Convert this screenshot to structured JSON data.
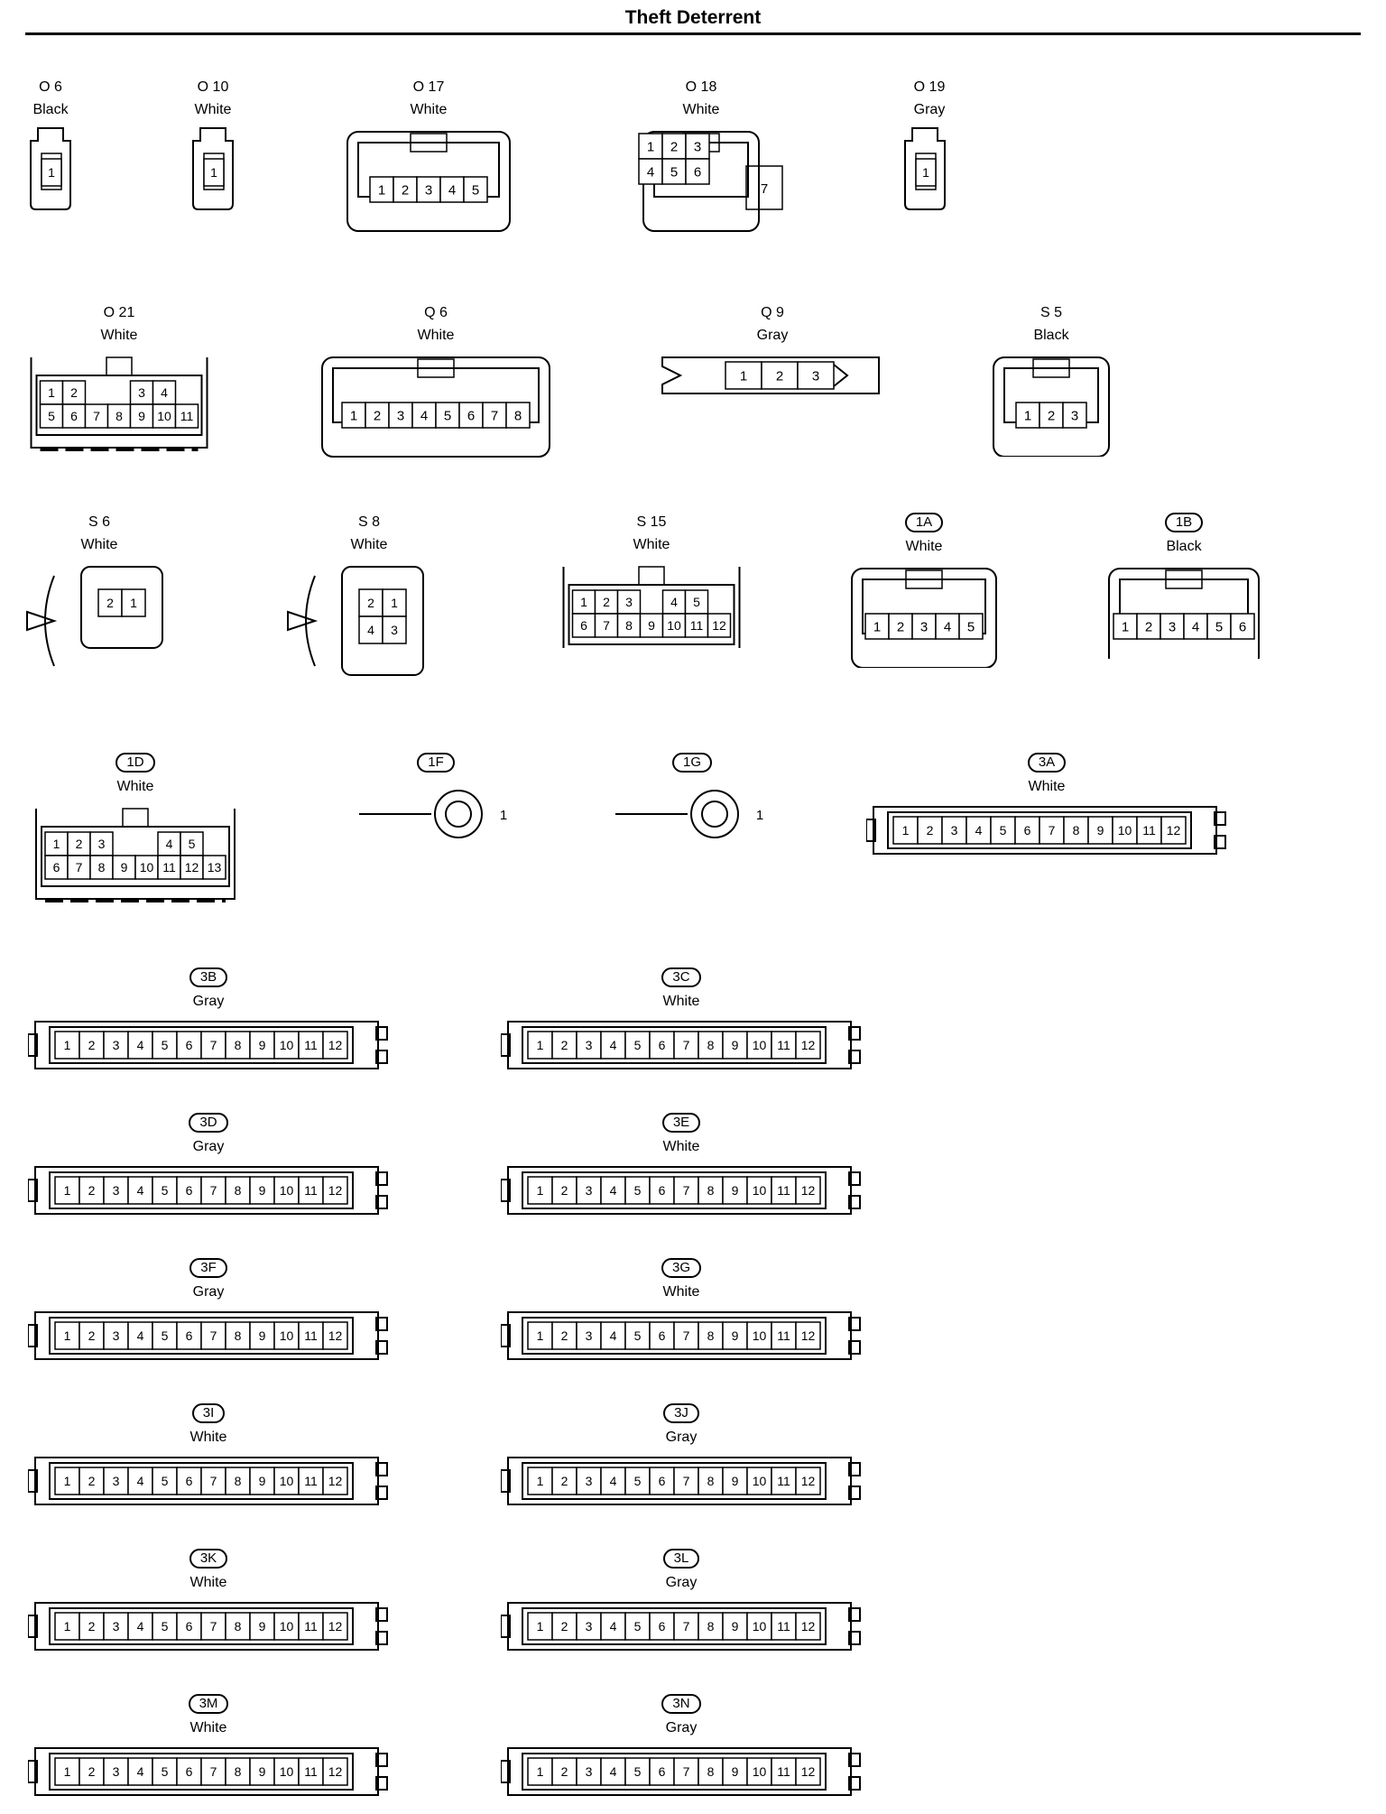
{
  "title": "Theft Deterrent",
  "connectors": [
    {
      "id": "O 6",
      "color": "Black",
      "pill": false,
      "type": "single",
      "pins": [
        "1"
      ]
    },
    {
      "id": "O 10",
      "color": "White",
      "pill": false,
      "type": "single",
      "pins": [
        "1"
      ]
    },
    {
      "id": "O 17",
      "color": "White",
      "pill": false,
      "type": "housing",
      "rows": [
        [
          "1",
          "2",
          "3",
          "4",
          "5"
        ]
      ]
    },
    {
      "id": "O 18",
      "color": "White",
      "pill": false,
      "type": "housing7",
      "rows": [
        [
          "1",
          "2",
          "3"
        ],
        [
          "4",
          "5",
          "6"
        ]
      ],
      "extra": "7"
    },
    {
      "id": "O 19",
      "color": "Gray",
      "pill": false,
      "type": "single",
      "pins": [
        "1"
      ]
    },
    {
      "id": "O 21",
      "color": "White",
      "pill": false,
      "type": "split",
      "rows": [
        [
          "1",
          "2",
          "",
          "",
          "3",
          "4"
        ],
        [
          "5",
          "6",
          "7",
          "8",
          "9",
          "10",
          "11"
        ]
      ]
    },
    {
      "id": "Q 6",
      "color": "White",
      "pill": false,
      "type": "housing",
      "rows": [
        [
          "1",
          "2",
          "3",
          "4",
          "5",
          "6",
          "7",
          "8"
        ]
      ]
    },
    {
      "id": "Q 9",
      "color": "Gray",
      "pill": false,
      "type": "inline",
      "rows": [
        [
          "1",
          "2",
          "3"
        ]
      ]
    },
    {
      "id": "S 5",
      "color": "Black",
      "pill": false,
      "type": "housing",
      "rows": [
        [
          "1",
          "2",
          "3"
        ]
      ]
    },
    {
      "id": "S 6",
      "color": "White",
      "pill": false,
      "type": "clip",
      "rows": [
        [
          "2",
          "1"
        ]
      ]
    },
    {
      "id": "S 8",
      "color": "White",
      "pill": false,
      "type": "clip",
      "rows": [
        [
          "2",
          "1"
        ],
        [
          "4",
          "3"
        ]
      ]
    },
    {
      "id": "S 15",
      "color": "White",
      "pill": false,
      "type": "split",
      "rows": [
        [
          "1",
          "2",
          "3",
          "",
          "4",
          "5"
        ],
        [
          "6",
          "7",
          "8",
          "9",
          "10",
          "11",
          "12"
        ]
      ]
    },
    {
      "id": "1A",
      "color": "White",
      "pill": true,
      "type": "housing",
      "rows": [
        [
          "1",
          "2",
          "3",
          "4",
          "5"
        ]
      ]
    },
    {
      "id": "1B",
      "color": "Black",
      "pill": true,
      "type": "housing",
      "rows": [
        [
          "1",
          "2",
          "3",
          "4",
          "5",
          "6"
        ]
      ]
    },
    {
      "id": "1D",
      "color": "White",
      "pill": true,
      "type": "split",
      "rows": [
        [
          "1",
          "2",
          "3",
          "",
          "",
          "4",
          "5"
        ],
        [
          "6",
          "7",
          "8",
          "9",
          "10",
          "11",
          "12",
          "13"
        ]
      ]
    },
    {
      "id": "1F",
      "color": "",
      "pill": true,
      "type": "ring",
      "pins": [
        "1"
      ]
    },
    {
      "id": "1G",
      "color": "",
      "pill": true,
      "type": "ring",
      "pins": [
        "1"
      ]
    },
    {
      "id": "3A",
      "color": "White",
      "pill": true,
      "type": "jb",
      "rows": [
        [
          "1",
          "2",
          "3",
          "4",
          "5",
          "6",
          "7",
          "8",
          "9",
          "10",
          "11",
          "12"
        ]
      ]
    },
    {
      "id": "3B",
      "color": "Gray",
      "pill": true,
      "type": "jb",
      "rows": [
        [
          "1",
          "2",
          "3",
          "4",
          "5",
          "6",
          "7",
          "8",
          "9",
          "10",
          "11",
          "12"
        ]
      ]
    },
    {
      "id": "3C",
      "color": "White",
      "pill": true,
      "type": "jb",
      "rows": [
        [
          "1",
          "2",
          "3",
          "4",
          "5",
          "6",
          "7",
          "8",
          "9",
          "10",
          "11",
          "12"
        ]
      ]
    },
    {
      "id": "3D",
      "color": "Gray",
      "pill": true,
      "type": "jb",
      "rows": [
        [
          "1",
          "2",
          "3",
          "4",
          "5",
          "6",
          "7",
          "8",
          "9",
          "10",
          "11",
          "12"
        ]
      ]
    },
    {
      "id": "3E",
      "color": "White",
      "pill": true,
      "type": "jb",
      "rows": [
        [
          "1",
          "2",
          "3",
          "4",
          "5",
          "6",
          "7",
          "8",
          "9",
          "10",
          "11",
          "12"
        ]
      ]
    },
    {
      "id": "3F",
      "color": "Gray",
      "pill": true,
      "type": "jb",
      "rows": [
        [
          "1",
          "2",
          "3",
          "4",
          "5",
          "6",
          "7",
          "8",
          "9",
          "10",
          "11",
          "12"
        ]
      ]
    },
    {
      "id": "3G",
      "color": "White",
      "pill": true,
      "type": "jb",
      "rows": [
        [
          "1",
          "2",
          "3",
          "4",
          "5",
          "6",
          "7",
          "8",
          "9",
          "10",
          "11",
          "12"
        ]
      ]
    },
    {
      "id": "3I",
      "color": "White",
      "pill": true,
      "type": "jb",
      "rows": [
        [
          "1",
          "2",
          "3",
          "4",
          "5",
          "6",
          "7",
          "8",
          "9",
          "10",
          "11",
          "12"
        ]
      ]
    },
    {
      "id": "3J",
      "color": "Gray",
      "pill": true,
      "type": "jb",
      "rows": [
        [
          "1",
          "2",
          "3",
          "4",
          "5",
          "6",
          "7",
          "8",
          "9",
          "10",
          "11",
          "12"
        ]
      ]
    },
    {
      "id": "3K",
      "color": "White",
      "pill": true,
      "type": "jb",
      "rows": [
        [
          "1",
          "2",
          "3",
          "4",
          "5",
          "6",
          "7",
          "8",
          "9",
          "10",
          "11",
          "12"
        ]
      ]
    },
    {
      "id": "3L",
      "color": "Gray",
      "pill": true,
      "type": "jb",
      "rows": [
        [
          "1",
          "2",
          "3",
          "4",
          "5",
          "6",
          "7",
          "8",
          "9",
          "10",
          "11",
          "12"
        ]
      ]
    },
    {
      "id": "3M",
      "color": "White",
      "pill": true,
      "type": "jb",
      "rows": [
        [
          "1",
          "2",
          "3",
          "4",
          "5",
          "6",
          "7",
          "8",
          "9",
          "10",
          "11",
          "12"
        ]
      ]
    },
    {
      "id": "3N",
      "color": "Gray",
      "pill": true,
      "type": "jb",
      "rows": [
        [
          "1",
          "2",
          "3",
          "4",
          "5",
          "6",
          "7",
          "8",
          "9",
          "10",
          "11",
          "12"
        ]
      ]
    }
  ]
}
